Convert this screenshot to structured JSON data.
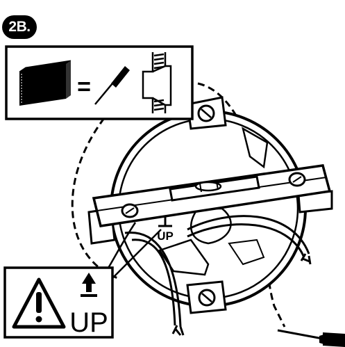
{
  "step": {
    "label": "2B."
  },
  "legend": {
    "equals_symbol": "="
  },
  "warning": {
    "up_label": "UP"
  },
  "level_marker": {
    "up_label": "UP"
  },
  "icons": {
    "step-badge": "badge",
    "legend-material": "dark-block",
    "legend-screwdriver": "screwdriver",
    "legend-wall-section": "wall-section",
    "warning-triangle": "exclamation-triangle",
    "up-arrow": "arrow-up",
    "spirit-level": "level",
    "junction-box": "round-box",
    "screw": "screw",
    "screwdriver": "screwdriver"
  },
  "colors": {
    "ink": "#000000",
    "paper": "#ffffff"
  }
}
